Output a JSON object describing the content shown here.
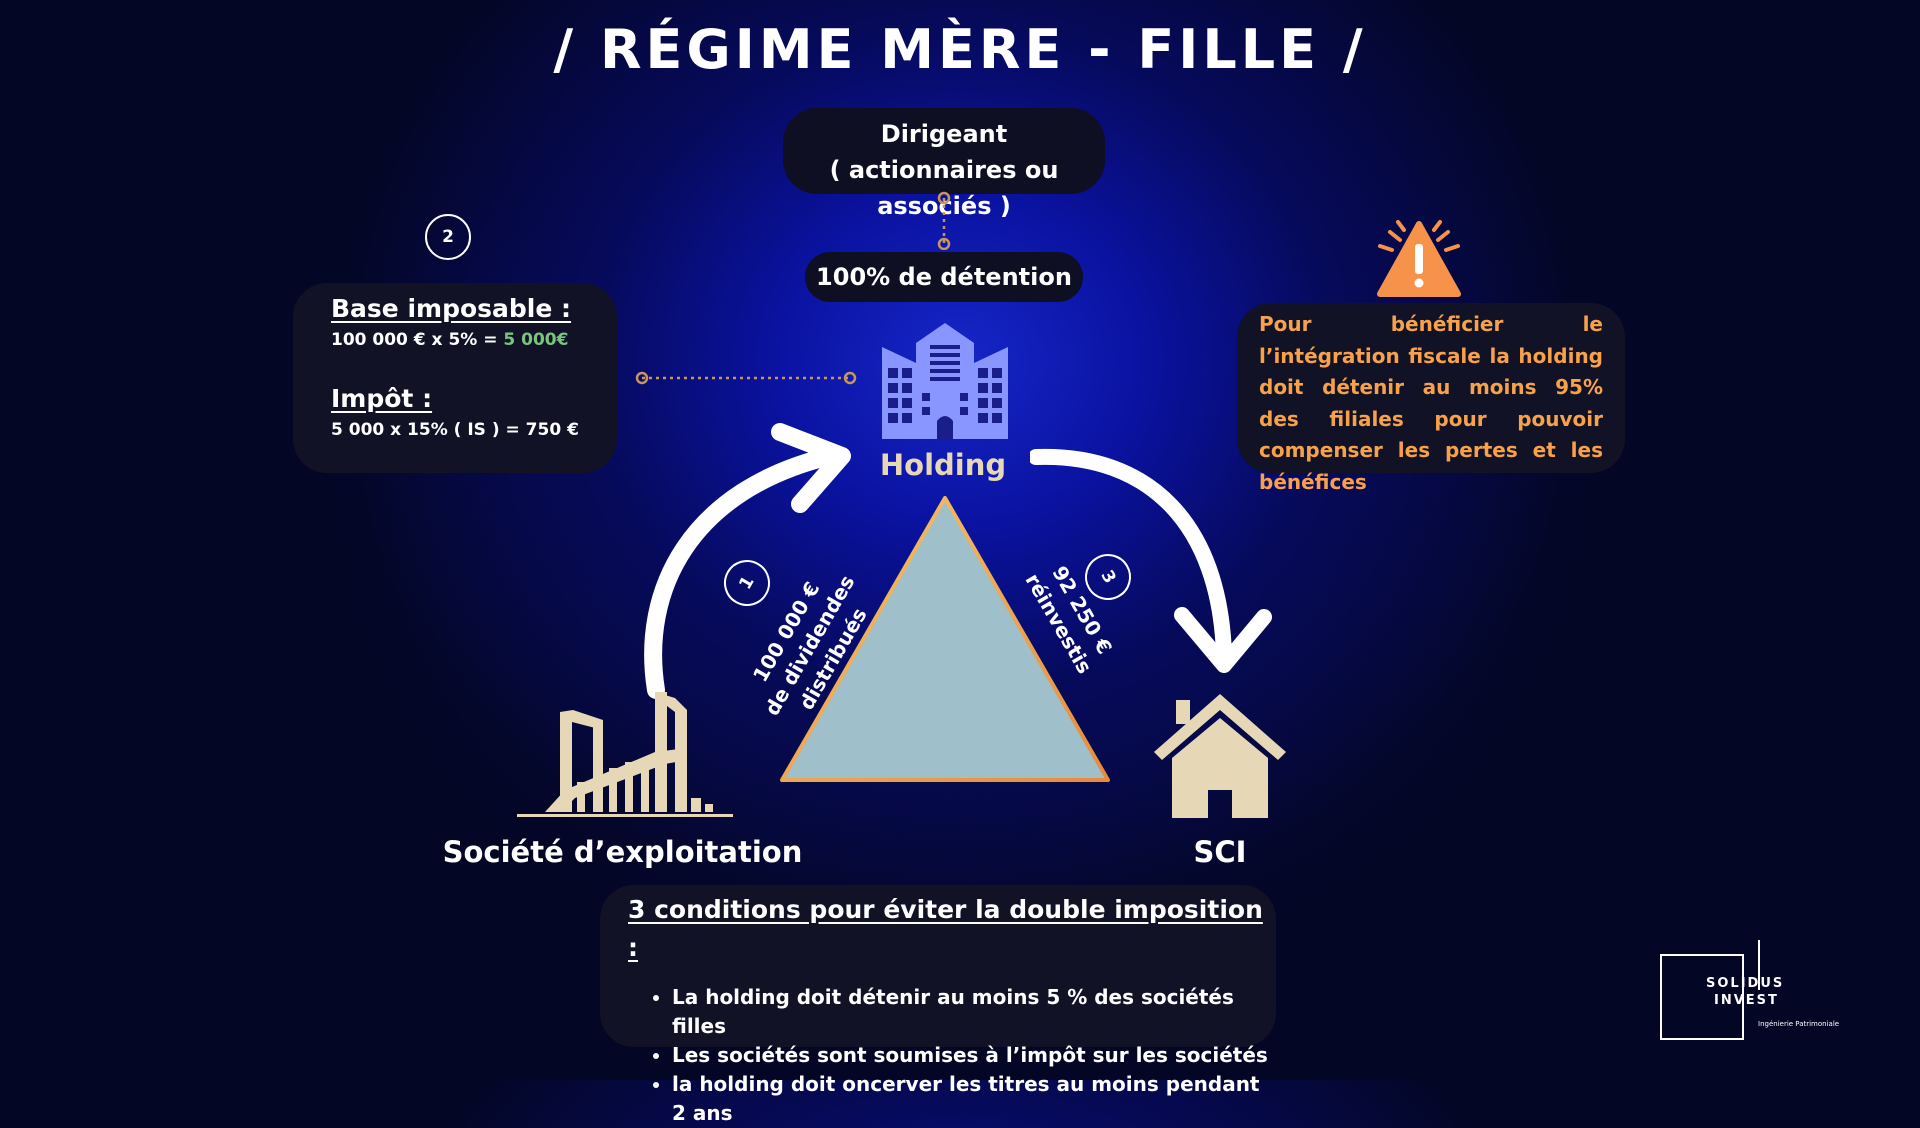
{
  "title": "/ RÉGIME MÈRE - FILLE /",
  "dirigeant": {
    "line1": "Dirigeant",
    "line2": "( actionnaires ou associés )"
  },
  "detention": "100% de détention",
  "tax_box": {
    "step": "2",
    "base_title": "Base imposable :",
    "base_calc": "100 000 € x 5% = ",
    "base_result": "5 000€",
    "impot_title": "Impôt :",
    "impot_calc": "5 000 x 15% ( IS ) = 750 €"
  },
  "warning": {
    "icon": "warning-triangle-icon",
    "text": "Pour bénéficier le l’intégration fiscale la holding doit détenir au moins 95% des filiales pour pouvoir compenser les pertes et les bénéfices"
  },
  "nodes": {
    "holding": "Holding",
    "exploitation": "Société d’exploitation",
    "sci": "SCI"
  },
  "flows": {
    "dividends_step": "1",
    "dividends_amount": "100 000 €",
    "dividends_text": "de dividendes distribués",
    "reinvest_step": "3",
    "reinvest_amount": "92 250 €",
    "reinvest_text": "réinvestis"
  },
  "conditions": {
    "title": "3 conditions pour éviter la double imposition :",
    "items": [
      "La holding doit détenir au moins 5 % des sociétés filles",
      "Les sociétés sont soumises à l’impôt sur les sociétés",
      "la holding doit oncerver les titres au moins pendant 2 ans"
    ]
  },
  "logo": {
    "line1": "SOLIDUS",
    "line2": "INVEST",
    "tagline": "Ingénierie Patrimoniale"
  },
  "colors": {
    "accent_orange": "#f7a24a",
    "accent_green": "#7bc47f",
    "holding_blue": "#8a96ff",
    "building_cream": "#e6d7b6",
    "triangle_fill": "#9fbfca"
  }
}
